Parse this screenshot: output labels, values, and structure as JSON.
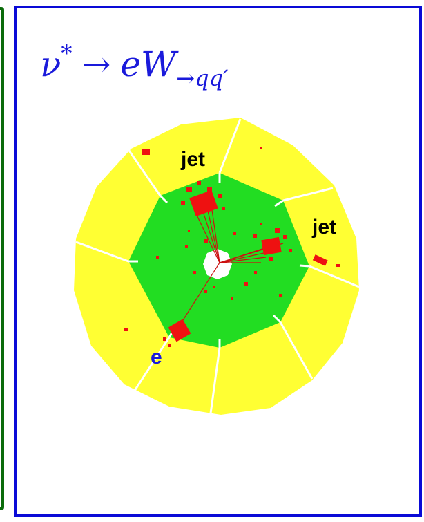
{
  "formula": {
    "particle": "ν",
    "superscript": "*",
    "arrow": "→",
    "products": "eW",
    "subscript": "→qq′"
  },
  "labels": {
    "jet1": "jet",
    "jet2": "jet",
    "electron": "e"
  },
  "colors": {
    "left_frame": "#0a6b0a",
    "main_frame": "#0a0ad6",
    "formula": "#1a1adb",
    "outer_ring": "#ffff33",
    "inner_ring": "#22dd22",
    "deposits": "#ee1111",
    "electron_label": "#1a1adb",
    "jet_label": "#000000"
  }
}
